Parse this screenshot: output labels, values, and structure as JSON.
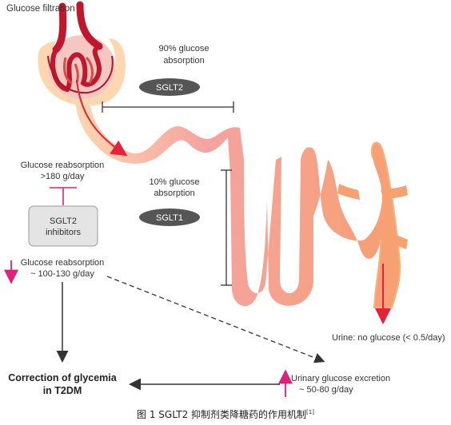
{
  "labels": {
    "glucose_filtration": "Glucose filtration",
    "absorption_90": [
      "90% glucose",
      "absorption"
    ],
    "sglt2_badge": "SGLT2",
    "absorption_10": [
      "10% glucose",
      "absorption"
    ],
    "sglt1_badge": "SGLT1",
    "reabsorption_high": [
      "Glucose reabsorption",
      ">180 g/day"
    ],
    "inhibitor_box": [
      "SGLT2",
      "inhibitors"
    ],
    "reabsorption_low": [
      "Glucose reabsorption",
      "~ 100-130 g/day"
    ],
    "urine": "Urine: no glucose (< 0.5/day)",
    "correction": [
      "Correction of glycemia",
      "in T2DM"
    ],
    "urinary_excretion": [
      "Urinary glucose excretion",
      "~ 50-80 g/day"
    ]
  },
  "caption": {
    "text": "图 1 SGLT2 抑制剂类降糖药的作用机制",
    "ref": "[1]"
  },
  "colors": {
    "tubule_light": "#fbd2a8",
    "tubule_dark": "#f39a98",
    "vessel": "#c0172c",
    "magenta": "#e0207a",
    "arrow_red": "#e8203a",
    "badge": "#555555",
    "box": "#e4e4e4"
  }
}
